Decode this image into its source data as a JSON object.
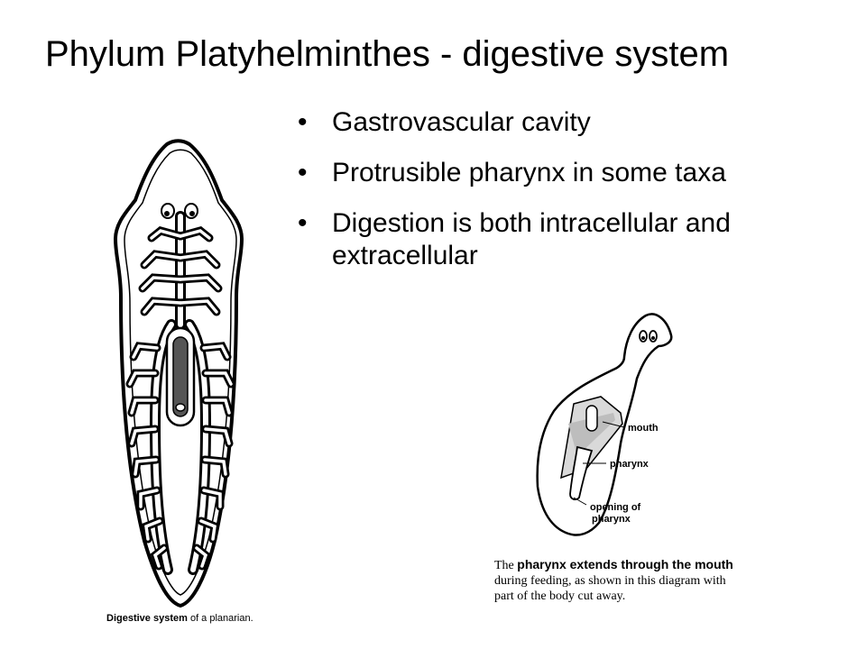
{
  "title": "Phylum Platyhelminthes  - digestive system",
  "bullets": [
    "Gastrovascular cavity",
    "Protrusible pharynx in some taxa",
    "Digestion is both intracellular and extracellular"
  ],
  "left_figure": {
    "caption_bold": "Digestive system",
    "caption_rest": " of a planarian."
  },
  "right_figure": {
    "labels": {
      "mouth": "mouth",
      "pharynx": "pharynx",
      "opening_line1": "opening of",
      "opening_line2": "pharynx"
    },
    "caption_part1": "The ",
    "caption_bold1": "pharynx extends through the mouth",
    "caption_part2": " during feeding, as shown in this diagram with part of the body cut away."
  }
}
